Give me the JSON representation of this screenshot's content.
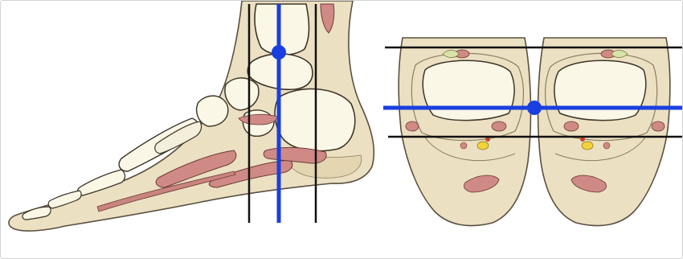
{
  "figure": {
    "views": [
      {
        "name": "sagittal-foot-section",
        "description_visible": false
      },
      {
        "name": "axial-cross-sections",
        "count": 2
      }
    ],
    "colors": {
      "skin": "#ece0c2",
      "skin_outline": "#5a5040",
      "bone": "#fbf7e6",
      "bone_outline": "#3d3528",
      "muscle": "#d08a86",
      "fat_pad": "#e2d5b0",
      "fat_yellow": "#f2d23a",
      "reference_line": "#111111",
      "selected_plane": "#1a3fe0"
    },
    "sagittal": {
      "slice_lines": 3,
      "selected_slice_index": 1
    },
    "axial": {
      "slice_lines": 3,
      "selected_slice_index": 1
    }
  }
}
